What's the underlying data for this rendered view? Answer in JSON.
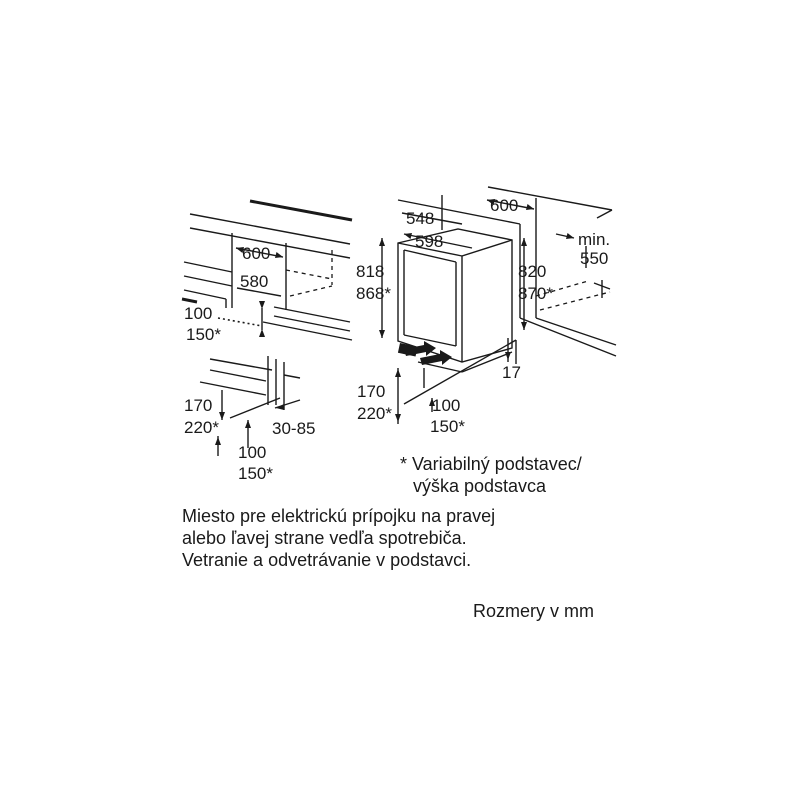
{
  "left_niche": {
    "width_top": "600",
    "width_inner": "580",
    "plinth_opening": [
      "100",
      "150*"
    ],
    "plinth_height": [
      "170",
      "220*"
    ],
    "plinth_depth": "30-85",
    "plinth_bottom": [
      "100",
      "150*"
    ]
  },
  "right_appliance": {
    "niche_width": "600",
    "appliance_depth": "548",
    "appliance_width": "598",
    "appliance_height": [
      "818",
      "868*"
    ],
    "niche_height": [
      "820",
      "870*"
    ],
    "min_depth": [
      "min.",
      "550"
    ],
    "offset": "17",
    "plinth_height": [
      "170",
      "220*"
    ],
    "plinth_vent": [
      "100",
      "150*"
    ]
  },
  "footnote": [
    "* Variabilný podstavec/",
    "výška podstavca"
  ],
  "description": [
    "Miesto pre elektrickú prípojku na pravej",
    "alebo ľavej strane vedľa spotrebiča.",
    "Vetranie a odvetrávanie v podstavci."
  ],
  "units_note": "Rozmery v mm"
}
